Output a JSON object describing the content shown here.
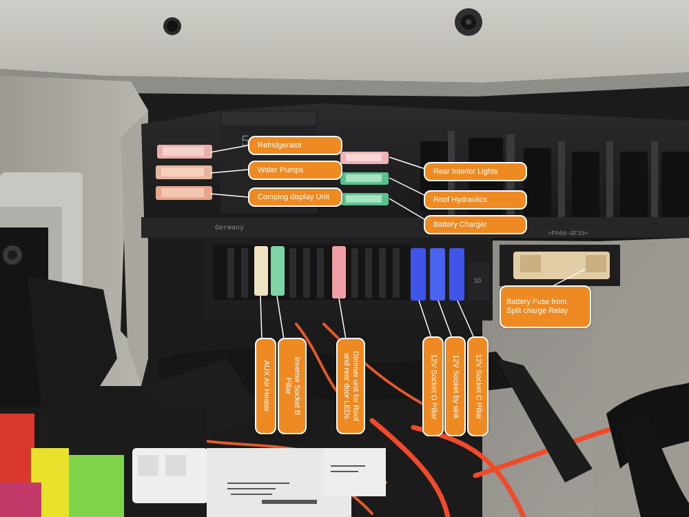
{
  "callouts": {
    "refrigerator": "Refridgerator",
    "water_pumps": "Water Pumps",
    "display_unit": "Comping display Unit",
    "rear_interior_lights": "Rear Interior Lights",
    "roof_hydraulics": "Roof Hydraulics",
    "battery_charger": "Battery Charger",
    "battery_fuse": "Battery Fuse from Split charge Relay",
    "aux_air_heater": "AUX Air Heater",
    "inverter_socket_line1": "Inverter Socket B",
    "inverter_socket_line2": "Pillar",
    "dimmer_line1": "Dimmer unit for Roof",
    "dimmer_line2": "and rear door LEDs",
    "socket_d_pillar": "12V Socket D Pillar",
    "socket_sink": "12V Socket by sink",
    "socket_c_pillar": "12V Socket C Pillar"
  },
  "printed_markings": {
    "germany": "Germany",
    "part_number": ">PA66-GF15<",
    "fuse_row_number": "10",
    "relay_digit": "5"
  },
  "colors": {
    "callout_fill": "#ef8a22",
    "callout_border": "#ffffff"
  }
}
